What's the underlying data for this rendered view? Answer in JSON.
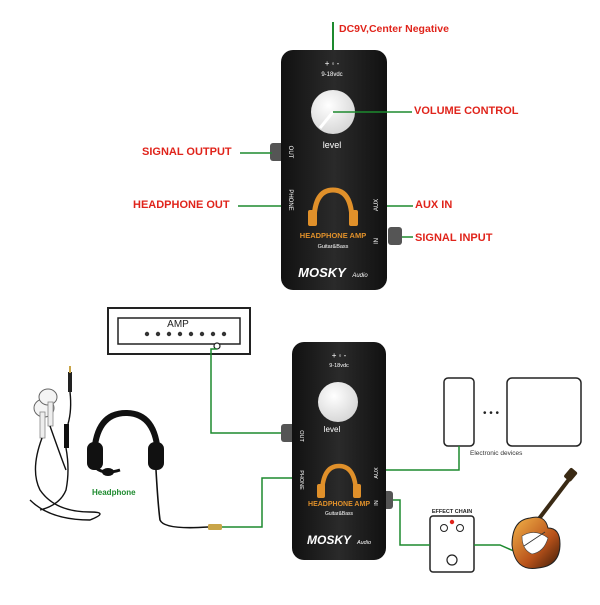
{
  "top_labels": {
    "power": "DC9V,Center Negative",
    "volume": "VOLUME CONTROL",
    "signal_output": "SIGNAL OUTPUT",
    "headphone_out": "HEADPHONE OUT",
    "aux_in": "AUX IN",
    "signal_input": "SIGNAL INPUT"
  },
  "pedal": {
    "power_spec": "9-18vdc",
    "knob_label": "level",
    "jack_out": "OUT",
    "jack_phone": "PHONE",
    "jack_aux": "AUX",
    "jack_in": "IN",
    "product_name": "HEADPHONE AMP",
    "product_sub": "Guitar&Bass",
    "brand": "MOSKY",
    "brand_suffix": "Audio"
  },
  "bottom_labels": {
    "amp": "AMP",
    "headphone": "Headphone",
    "electronic_devices": "Electronic devices",
    "effect_chain": "EFFECT CHAIN",
    "dots": "• • •"
  },
  "colors": {
    "callout_red": "#e0241b",
    "wire_green": "#1d8a2e",
    "pedal_body": "#1b1b1b",
    "accent_orange": "#e0902a"
  }
}
